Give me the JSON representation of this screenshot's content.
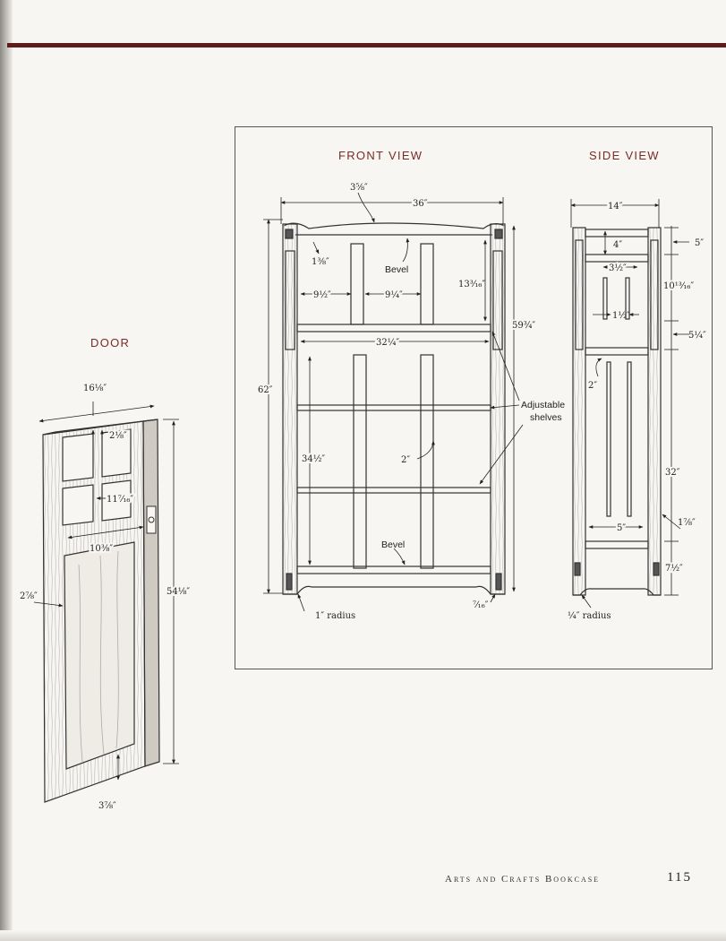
{
  "headings": {
    "front_view": "FRONT VIEW",
    "side_view": "SIDE VIEW",
    "door": "DOOR"
  },
  "front_view": {
    "dim_top_rail": "3⅝″",
    "dim_width": "36″",
    "dim_small": "1⅜″",
    "bevel_top": "Bevel",
    "dim_opening": "13³⁄₁₆″",
    "dim_left_bay": "9½″",
    "dim_center_bay": "9¼″",
    "dim_overall_height": "59¾″",
    "dim_shelf": "32¼″",
    "dim_total_height": "62″",
    "adjustable_shelves": [
      "Adjustable",
      "shelves"
    ],
    "dim_lower": "34½″",
    "dim_stile": "2″",
    "bevel_bottom": "Bevel",
    "radius": "1″ radius",
    "dim_foot": "⁷⁄₁₆″"
  },
  "side_view": {
    "dim_depth": "14″",
    "dim_top": "5″",
    "dim_4": "4″",
    "dim_3half": "3½″",
    "dim_10": "10¹³⁄₁₆″",
    "dim_1half": "1½″",
    "dim_5quarter": "5¼″",
    "dim_2": "2″",
    "dim_32": "32″",
    "dim_1eighth": "1⅞″",
    "dim_5": "5″",
    "dim_7half": "7½″",
    "radius": "¼″ radius"
  },
  "door": {
    "dim_width": "16⅛″",
    "dim_muntin": "2⅛″",
    "dim_light": "11⁷⁄₁₆″",
    "dim_rail": "10⅜″",
    "dim_height": "54⅛″",
    "dim_left": "2⅞″",
    "dim_bottom": "3⅞″"
  },
  "footer": {
    "title": "Arts and Crafts Bookcase",
    "page_number": "115"
  }
}
